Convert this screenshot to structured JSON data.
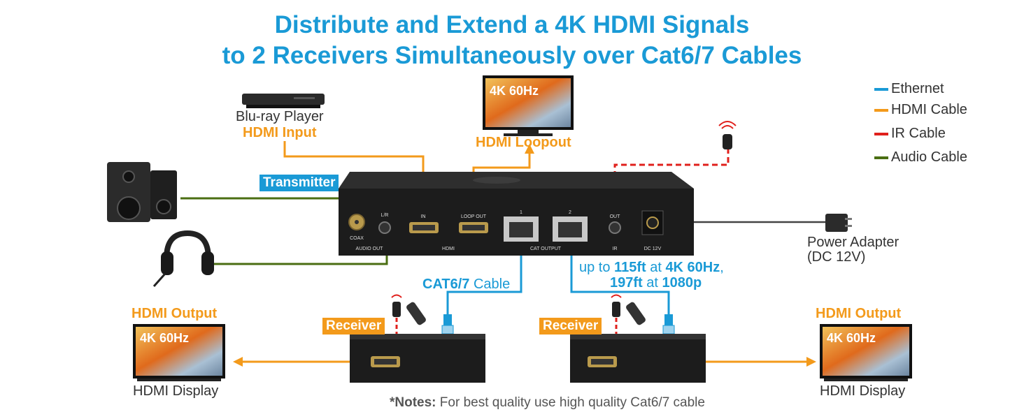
{
  "title": {
    "line1": "Distribute and Extend a 4K HDMI Signals",
    "line2": "to 2 Receivers Simultaneously over Cat6/7 Cables"
  },
  "legend": {
    "ethernet": "Ethernet",
    "hdmi": "HDMI Cable",
    "ir": "IR Cable",
    "audio": "Audio Cable",
    "colors": {
      "ethernet": "#1a9ad6",
      "hdmi": "#f39a1b",
      "ir": "#e0201c",
      "audio": "#4a6e12"
    }
  },
  "source": {
    "name": "Blu-ray Player",
    "port_label": "HDMI Input"
  },
  "loopout": {
    "screen_text": "4K 60Hz",
    "label": "HDMI Loopout"
  },
  "transmitter": {
    "tag": "Transmitter",
    "ports": {
      "coax": "COAX",
      "lr": "L/R",
      "audio_out": "AUDIO OUT",
      "in": "IN",
      "loop_out": "LOOP OUT",
      "hdmi": "HDMI",
      "port1": "1",
      "port2": "2",
      "cat_output": "CAT OUTPUT",
      "ir_out": "OUT",
      "ir": "IR",
      "dc": "DC 12V"
    }
  },
  "power": {
    "line1": "Power Adapter",
    "line2": "(DC 12V)"
  },
  "cable": {
    "bold": "CAT6/7",
    "rest": "Cable"
  },
  "distance": {
    "p1": "up to ",
    "v1": "115ft",
    "p2": " at ",
    "v2": "4K 60Hz",
    "p3": ",",
    "v3": "197ft",
    "p4": " at ",
    "v4": "1080p"
  },
  "receiver_left": {
    "tag": "Receiver"
  },
  "receiver_right": {
    "tag": "Receiver"
  },
  "display_left": {
    "output_label": "HDMI Output",
    "screen_text": "4K 60Hz",
    "caption": "HDMI Display"
  },
  "display_right": {
    "output_label": "HDMI Output",
    "screen_text": "4K 60Hz",
    "caption": "HDMI Display"
  },
  "notes": {
    "bold": "*Notes:",
    "text": " For best quality use high quality Cat6/7 cable"
  }
}
